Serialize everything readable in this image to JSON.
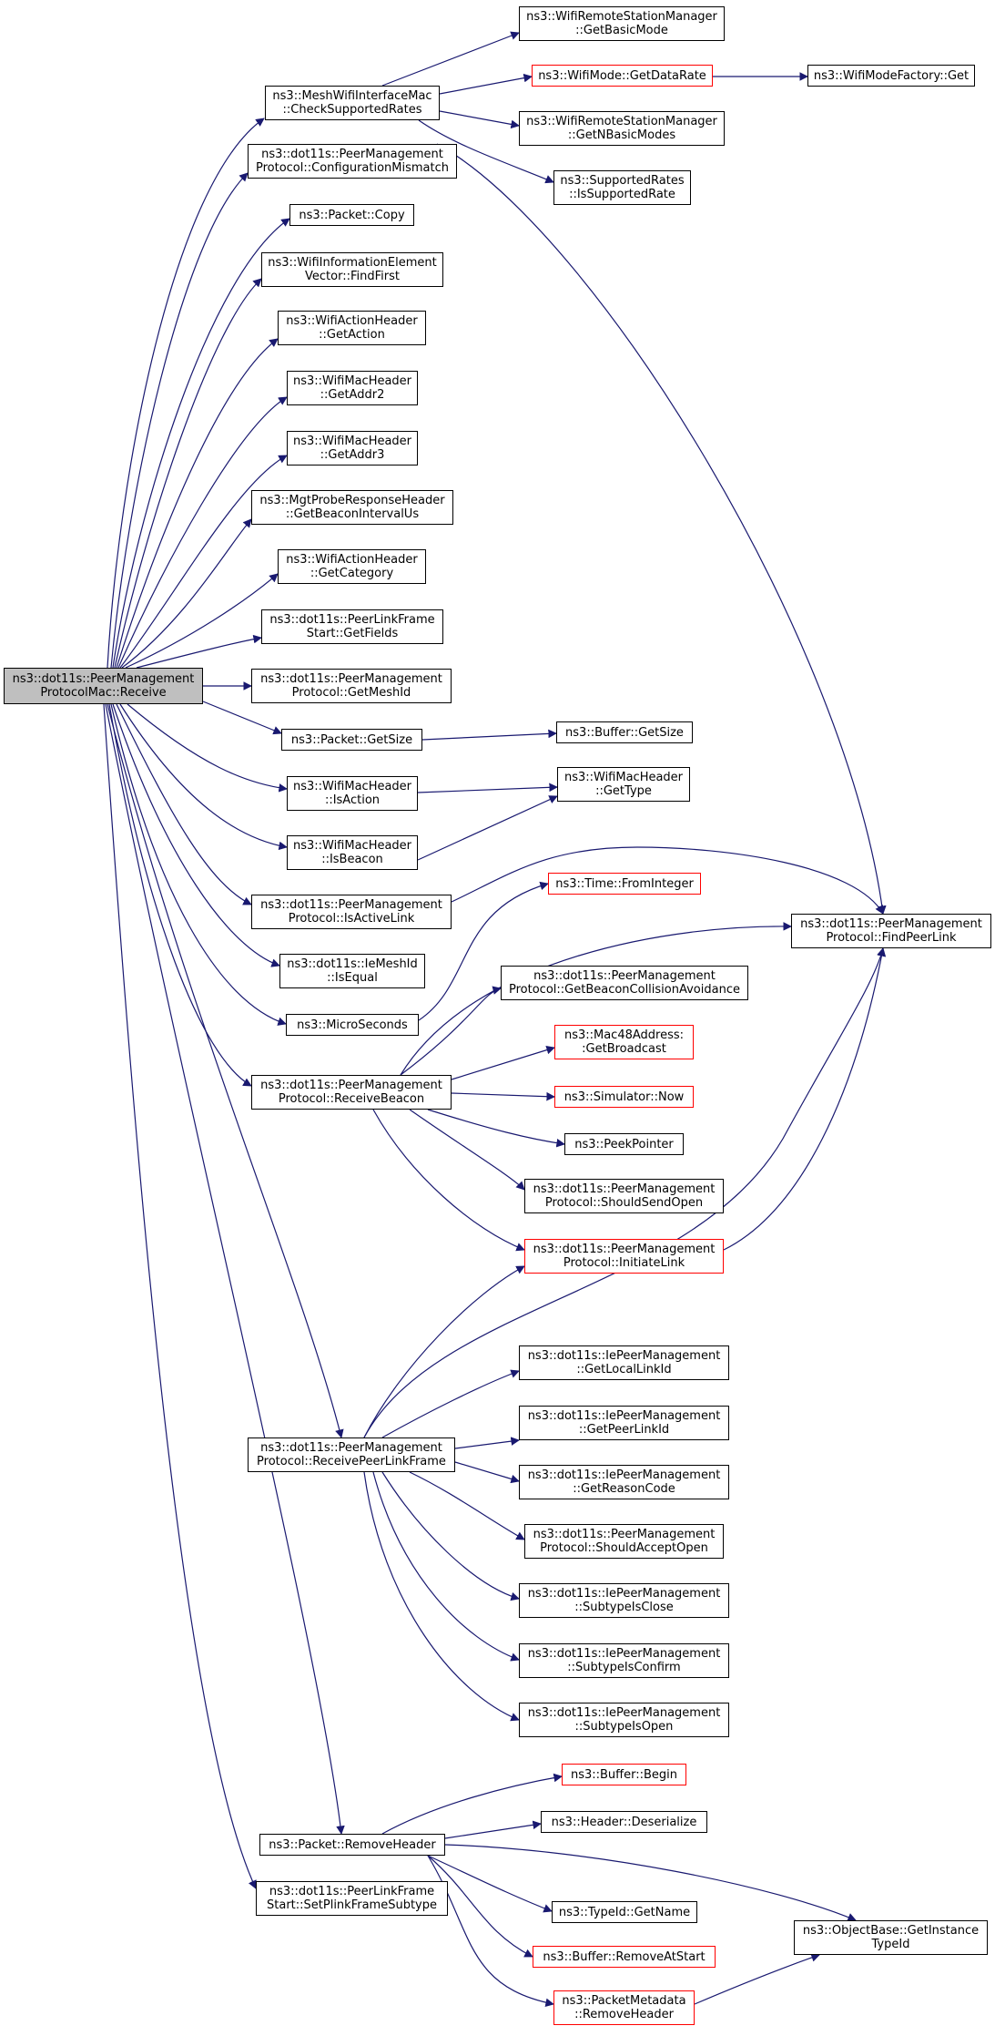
{
  "graph": {
    "edge_color": "#191970",
    "root_fill": "#bfbfbf",
    "link_border_red": "#ff0000",
    "nodes": [
      {
        "id": "root",
        "label": "ns3::dot11s::PeerManagement\nProtocolMac::Receive",
        "style": "root"
      },
      {
        "id": "n1",
        "label": "ns3::MeshWifiInterfaceMac\n::CheckSupportedRates",
        "style": "black"
      },
      {
        "id": "n2",
        "label": "ns3::dot11s::PeerManagement\nProtocol::ConfigurationMismatch",
        "style": "black"
      },
      {
        "id": "n3",
        "label": "ns3::Packet::Copy",
        "style": "black"
      },
      {
        "id": "n4",
        "label": "ns3::WifiInformationElement\nVector::FindFirst",
        "style": "black"
      },
      {
        "id": "n5",
        "label": "ns3::WifiActionHeader\n::GetAction",
        "style": "black"
      },
      {
        "id": "n6",
        "label": "ns3::WifiMacHeader\n::GetAddr2",
        "style": "black"
      },
      {
        "id": "n7",
        "label": "ns3::WifiMacHeader\n::GetAddr3",
        "style": "black"
      },
      {
        "id": "n8",
        "label": "ns3::MgtProbeResponseHeader\n::GetBeaconIntervalUs",
        "style": "black"
      },
      {
        "id": "n9",
        "label": "ns3::WifiActionHeader\n::GetCategory",
        "style": "black"
      },
      {
        "id": "n10",
        "label": "ns3::dot11s::PeerLinkFrame\nStart::GetFields",
        "style": "black"
      },
      {
        "id": "n11",
        "label": "ns3::dot11s::PeerManagement\nProtocol::GetMeshId",
        "style": "black"
      },
      {
        "id": "n12",
        "label": "ns3::Packet::GetSize",
        "style": "black"
      },
      {
        "id": "n13",
        "label": "ns3::WifiMacHeader\n::IsAction",
        "style": "black"
      },
      {
        "id": "n14",
        "label": "ns3::WifiMacHeader\n::IsBeacon",
        "style": "black"
      },
      {
        "id": "n15",
        "label": "ns3::dot11s::PeerManagement\nProtocol::IsActiveLink",
        "style": "black"
      },
      {
        "id": "n16",
        "label": "ns3::dot11s::IeMeshId\n::IsEqual",
        "style": "black"
      },
      {
        "id": "n17",
        "label": "ns3::MicroSeconds",
        "style": "black"
      },
      {
        "id": "n18",
        "label": "ns3::dot11s::PeerManagement\nProtocol::ReceiveBeacon",
        "style": "black"
      },
      {
        "id": "n19",
        "label": "ns3::dot11s::PeerManagement\nProtocol::ReceivePeerLinkFrame",
        "style": "black"
      },
      {
        "id": "n20",
        "label": "ns3::Packet::RemoveHeader",
        "style": "black"
      },
      {
        "id": "n21",
        "label": "ns3::dot11s::PeerLinkFrame\nStart::SetPlinkFrameSubtype",
        "style": "black"
      },
      {
        "id": "c1",
        "label": "ns3::WifiRemoteStationManager\n::GetBasicMode",
        "style": "black"
      },
      {
        "id": "c2",
        "label": "ns3::WifiMode::GetDataRate",
        "style": "red"
      },
      {
        "id": "c3",
        "label": "ns3::WifiRemoteStationManager\n::GetNBasicModes",
        "style": "black"
      },
      {
        "id": "c4",
        "label": "ns3::SupportedRates\n::IsSupportedRate",
        "style": "black"
      },
      {
        "id": "c5",
        "label": "ns3::WifiModeFactory::Get",
        "style": "black"
      },
      {
        "id": "c6",
        "label": "ns3::Buffer::GetSize",
        "style": "black"
      },
      {
        "id": "c7",
        "label": "ns3::WifiMacHeader\n::GetType",
        "style": "black"
      },
      {
        "id": "c8",
        "label": "ns3::Time::FromInteger",
        "style": "red"
      },
      {
        "id": "c9",
        "label": "ns3::dot11s::PeerManagement\nProtocol::FindPeerLink",
        "style": "black"
      },
      {
        "id": "c10",
        "label": "ns3::dot11s::PeerManagement\nProtocol::GetBeaconCollisionAvoidance",
        "style": "black"
      },
      {
        "id": "c11",
        "label": "ns3::Mac48Address:\n:GetBroadcast",
        "style": "red"
      },
      {
        "id": "c12",
        "label": "ns3::Simulator::Now",
        "style": "red"
      },
      {
        "id": "c13",
        "label": "ns3::PeekPointer",
        "style": "black"
      },
      {
        "id": "c14",
        "label": "ns3::dot11s::PeerManagement\nProtocol::ShouldSendOpen",
        "style": "black"
      },
      {
        "id": "c15",
        "label": "ns3::dot11s::PeerManagement\nProtocol::InitiateLink",
        "style": "red"
      },
      {
        "id": "c16",
        "label": "ns3::dot11s::IePeerManagement\n::GetLocalLinkId",
        "style": "black"
      },
      {
        "id": "c17",
        "label": "ns3::dot11s::IePeerManagement\n::GetPeerLinkId",
        "style": "black"
      },
      {
        "id": "c18",
        "label": "ns3::dot11s::IePeerManagement\n::GetReasonCode",
        "style": "black"
      },
      {
        "id": "c19",
        "label": "ns3::dot11s::PeerManagement\nProtocol::ShouldAcceptOpen",
        "style": "black"
      },
      {
        "id": "c20",
        "label": "ns3::dot11s::IePeerManagement\n::SubtypeIsClose",
        "style": "black"
      },
      {
        "id": "c21",
        "label": "ns3::dot11s::IePeerManagement\n::SubtypeIsConfirm",
        "style": "black"
      },
      {
        "id": "c22",
        "label": "ns3::dot11s::IePeerManagement\n::SubtypeIsOpen",
        "style": "black"
      },
      {
        "id": "c23",
        "label": "ns3::Buffer::Begin",
        "style": "red"
      },
      {
        "id": "c24",
        "label": "ns3::Header::Deserialize",
        "style": "black"
      },
      {
        "id": "c25",
        "label": "ns3::TypeId::GetName",
        "style": "black"
      },
      {
        "id": "c26",
        "label": "ns3::Buffer::RemoveAtStart",
        "style": "red"
      },
      {
        "id": "c27",
        "label": "ns3::PacketMetadata\n::RemoveHeader",
        "style": "red"
      },
      {
        "id": "c28",
        "label": "ns3::ObjectBase::GetInstance\nTypeId",
        "style": "black"
      }
    ]
  }
}
